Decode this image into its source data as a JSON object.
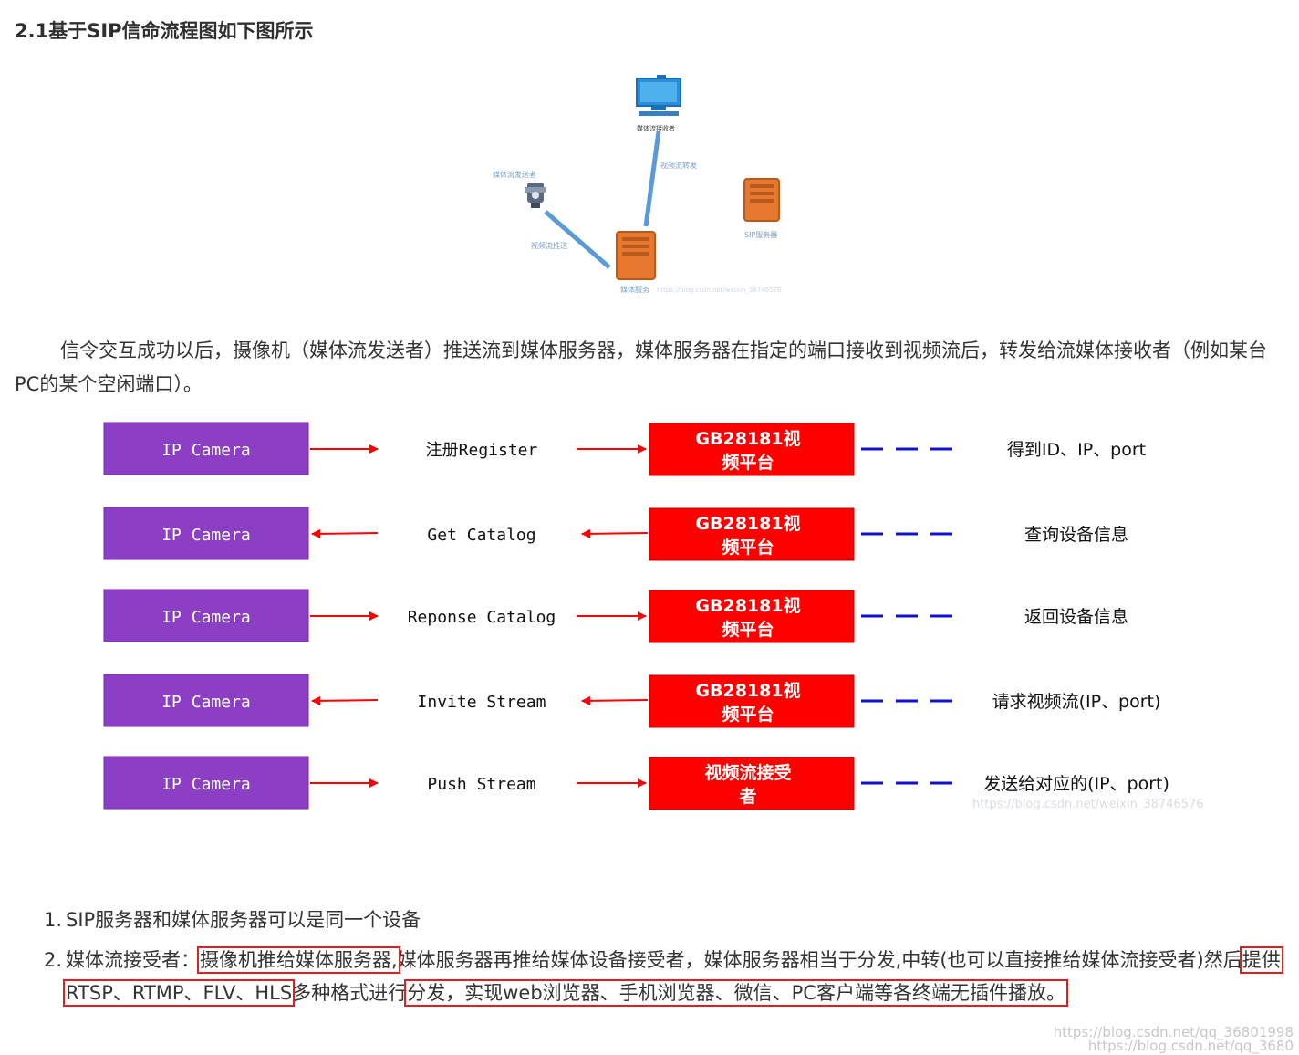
{
  "heading": "2.1基于SIP信命流程图如下图所示",
  "topology": {
    "receiver_label": "媒体流接收者",
    "forward_label": "视频流转发",
    "sender_label": "媒体流发送者",
    "push_label": "视频流推送",
    "sip_server_label": "SIP服务器",
    "media_server_label": "媒体服务",
    "watermark": "https://blog.csdn.net/weixin_38746576",
    "colors": {
      "link": "#5b9bd5",
      "server": "#e8772e",
      "monitor": "#2a8fd6"
    },
    "icons": [
      "monitor-icon",
      "camera-icon",
      "server-icon"
    ]
  },
  "paragraph": "信令交互成功以后，摄像机（媒体流发送者）推送流到媒体服务器，媒体服务器在指定的端口接收到视频流后，转发给流媒体接收者（例如某台PC的某个空闲端口）。",
  "flow": {
    "colors": {
      "camera": "#8c3fc5",
      "platform": "#ff0000",
      "arrow": "#ff0000",
      "dash": "#1010d0"
    },
    "watermark": "https://blog.csdn.net/weixin_38746576",
    "rows": [
      {
        "camera": "IP Camera",
        "message": "注册Register",
        "direction": "right",
        "platform_line1": "GB28181视",
        "platform_line2": "频平台",
        "result": "得到ID、IP、port"
      },
      {
        "camera": "IP Camera",
        "message": "Get Catalog",
        "direction": "left",
        "platform_line1": "GB28181视",
        "platform_line2": "频平台",
        "result": "查询设备信息"
      },
      {
        "camera": "IP Camera",
        "message": "Reponse Catalog",
        "direction": "right",
        "platform_line1": "GB28181视",
        "platform_line2": "频平台",
        "result": "返回设备信息"
      },
      {
        "camera": "IP Camera",
        "message": "Invite Stream",
        "direction": "left",
        "platform_line1": "GB28181视",
        "platform_line2": "频平台",
        "result": "请求视频流(IP、port)"
      },
      {
        "camera": "IP Camera",
        "message": "Push Stream",
        "direction": "right",
        "platform_line1": "视频流接受",
        "platform_line2": "者",
        "result": "发送给对应的(IP、port)"
      }
    ]
  },
  "notes": {
    "item1": {
      "num": "1.",
      "text": "SIP服务器和媒体服务器可以是同一个设备"
    },
    "item2": {
      "num": "2.",
      "p1": "媒体流接受者：",
      "hl1": "摄像机推给媒体服务器,",
      "p2": "媒体服务器再推给媒体设备接受者，媒体服务器相当于分发,中转(也可以直接推给媒体流接受者)然后",
      "hl2": "提供RTSP、RTMP、FLV、HLS",
      "p3": "多种格式进行",
      "hl3": "分发，实现web浏览器、手机浏览器、微信、PC客户端等各终端无插件播放。",
      "highlight_color": "#e02020"
    }
  },
  "page_watermark": {
    "line1": "https://blog.csdn.net/qq_36801998",
    "line2": "https://blog.csdn.net/qq_3680"
  }
}
